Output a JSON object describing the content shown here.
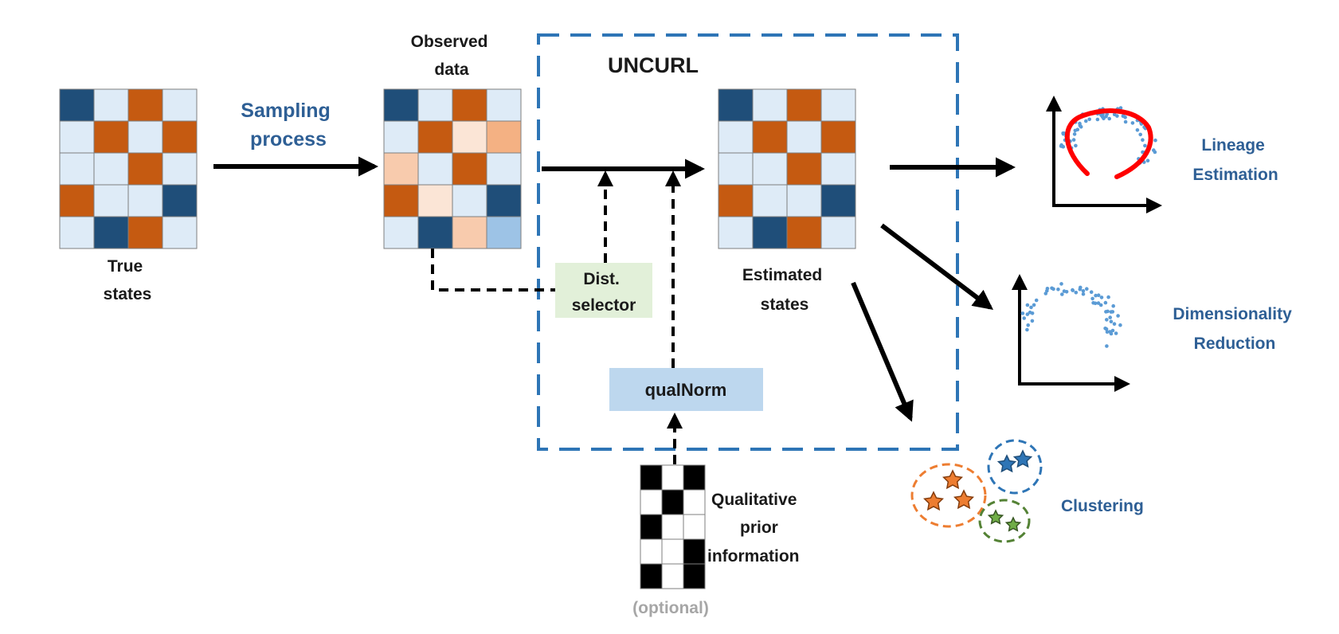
{
  "labels": {
    "true_states": [
      "True",
      "states"
    ],
    "sampling": [
      "Sampling",
      "process"
    ],
    "observed": [
      "Observed",
      "data"
    ],
    "uncurl": "UNCURL",
    "dist_selector": [
      "Dist.",
      "selector"
    ],
    "qualnorm": "qualNorm",
    "estimated": [
      "Estimated",
      "states"
    ],
    "qualitative": [
      "Qualitative",
      "prior",
      "information"
    ],
    "optional": "(optional)",
    "lineage": [
      "Lineage",
      "Estimation"
    ],
    "dimred": [
      "Dimensionality",
      "Reduction"
    ],
    "clustering": "Clustering"
  },
  "colors": {
    "navy": "#1f4e79",
    "light": "#deebf7",
    "orange": "#c55a11",
    "peach_light": "#fbe5d6",
    "peach_mid": "#f8cbad",
    "peach_dark": "#f4b183",
    "sky": "#9dc3e6",
    "text_blue": "#2e5f95",
    "dash_blue": "#2e75b6",
    "selector_bg": "#e2f0d9",
    "qualnorm_bg": "#bdd7ee",
    "curve_red": "#ff0000",
    "dot_blue": "#5b9bd5",
    "cluster_orange": "#ed7d31",
    "cluster_blue": "#2e75b6",
    "cluster_green": "#548235"
  },
  "grids": {
    "true_states": [
      [
        "N",
        "L",
        "O",
        "L"
      ],
      [
        "L",
        "O",
        "L",
        "O"
      ],
      [
        "L",
        "L",
        "O",
        "L"
      ],
      [
        "O",
        "L",
        "L",
        "N"
      ],
      [
        "L",
        "N",
        "O",
        "L"
      ]
    ],
    "observed": [
      [
        "N",
        "L",
        "O",
        "L"
      ],
      [
        "L",
        "O",
        "P1",
        "P3"
      ],
      [
        "P2",
        "L",
        "O",
        "L"
      ],
      [
        "O",
        "P1",
        "L",
        "N"
      ],
      [
        "L",
        "N",
        "P2",
        "S"
      ]
    ],
    "estimated": [
      [
        "N",
        "L",
        "O",
        "L"
      ],
      [
        "L",
        "O",
        "L",
        "O"
      ],
      [
        "L",
        "L",
        "O",
        "L"
      ],
      [
        "O",
        "L",
        "L",
        "N"
      ],
      [
        "L",
        "N",
        "O",
        "L"
      ]
    ],
    "qualitative": [
      [
        "K",
        "W",
        "K"
      ],
      [
        "W",
        "K",
        "W"
      ],
      [
        "K",
        "W",
        "W"
      ],
      [
        "W",
        "W",
        "K"
      ],
      [
        "K",
        "W",
        "K"
      ]
    ]
  }
}
